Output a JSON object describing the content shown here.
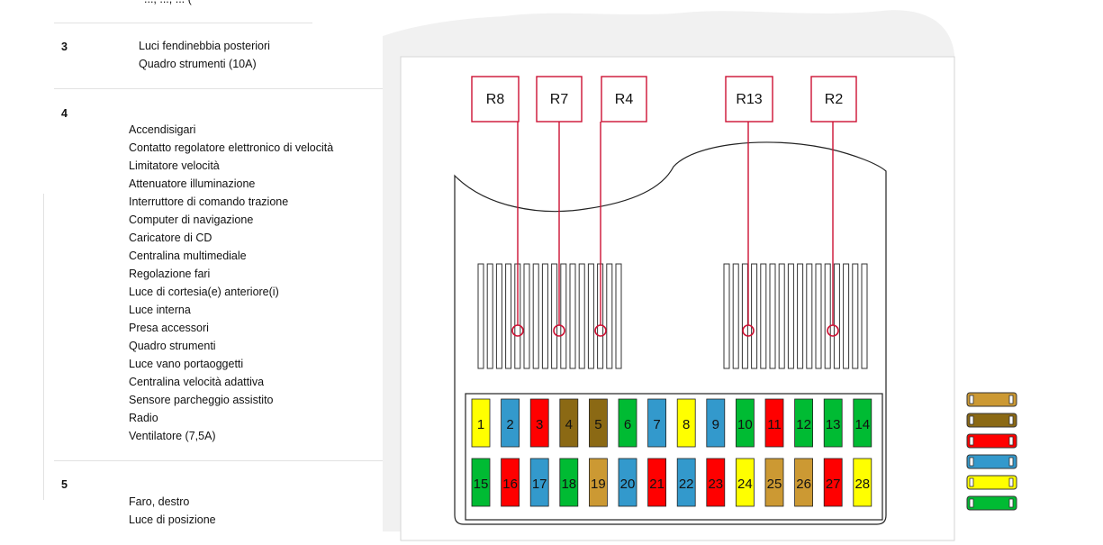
{
  "sections": [
    {
      "number": "",
      "items": [
        "..., ..., ... ("
      ]
    },
    {
      "number": "3",
      "items": [
        "Luci fendinebbia posteriori",
        "Quadro strumenti (10A)"
      ]
    },
    {
      "number": "4",
      "items": [
        "Accendisigari",
        "Contatto regolatore elettronico di velocità",
        "Limitatore velocità",
        "Attenuatore illuminazione",
        "Interruttore di comando trazione",
        "Computer di navigazione",
        "Caricatore di CD",
        "Centralina multimediale",
        "Regolazione fari",
        "Luce di cortesia(e) anteriore(i)",
        "Luce interna",
        "Presa accessori",
        "Quadro strumenti",
        "Luce vano portaoggetti",
        "Centralina velocità adattiva",
        "Sensore parcheggio assistito",
        "Radio",
        "Ventilatore (7,5A)"
      ]
    },
    {
      "number": "5",
      "items": [
        "Faro, destro",
        "Luce di posizione"
      ]
    }
  ],
  "diagram": {
    "relays": [
      "R8",
      "R7",
      "R4",
      "R13",
      "R2"
    ],
    "fuses_row1": [
      {
        "label": "1",
        "color": "#ffff00"
      },
      {
        "label": "2",
        "color": "#3399cc"
      },
      {
        "label": "3",
        "color": "#ff0000"
      },
      {
        "label": "4",
        "color": "#8b6914"
      },
      {
        "label": "5",
        "color": "#8b6914"
      },
      {
        "label": "6",
        "color": "#00bb33"
      },
      {
        "label": "7",
        "color": "#3399cc"
      },
      {
        "label": "8",
        "color": "#ffff00"
      },
      {
        "label": "9",
        "color": "#3399cc"
      },
      {
        "label": "10",
        "color": "#00bb33"
      },
      {
        "label": "11",
        "color": "#ff0000"
      },
      {
        "label": "12",
        "color": "#00bb33"
      },
      {
        "label": "13",
        "color": "#00bb33"
      },
      {
        "label": "14",
        "color": "#00bb33"
      }
    ],
    "fuses_row2": [
      {
        "label": "15",
        "color": "#00bb33"
      },
      {
        "label": "16",
        "color": "#ff0000"
      },
      {
        "label": "17",
        "color": "#3399cc"
      },
      {
        "label": "18",
        "color": "#00bb33"
      },
      {
        "label": "19",
        "color": "#cc9933"
      },
      {
        "label": "20",
        "color": "#3399cc"
      },
      {
        "label": "21",
        "color": "#ff0000"
      },
      {
        "label": "22",
        "color": "#3399cc"
      },
      {
        "label": "23",
        "color": "#ff0000"
      },
      {
        "label": "24",
        "color": "#ffff00"
      },
      {
        "label": "25",
        "color": "#cc9933"
      },
      {
        "label": "26",
        "color": "#cc9933"
      },
      {
        "label": "27",
        "color": "#ff0000"
      },
      {
        "label": "28",
        "color": "#ffff00"
      }
    ],
    "legend_colors": [
      "#cc9933",
      "#8b6914",
      "#ff0000",
      "#3399cc",
      "#ffff00",
      "#00bb33"
    ],
    "line_color": "#cc1133"
  }
}
